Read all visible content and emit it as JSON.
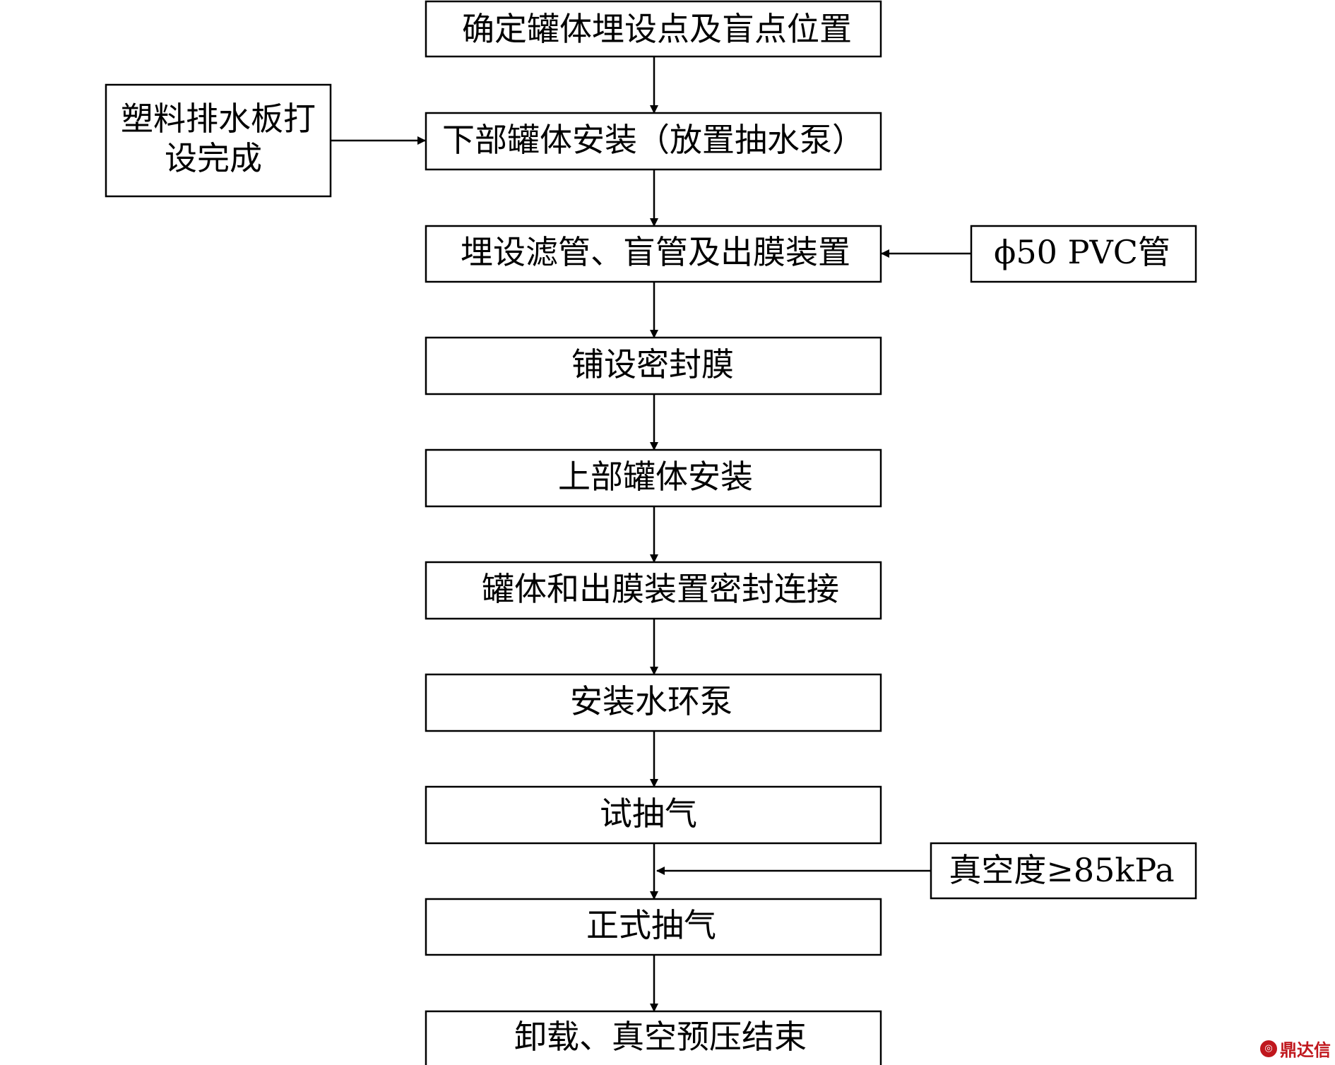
{
  "nodes": {
    "determine_positions": "确定罐体埋设点及盲点位置",
    "drain_board_done": [
      "塑料排水板打",
      "设完成"
    ],
    "lower_tank_install": "下部罐体安装（放置抽水泵）",
    "bury_filter_pipes": "埋设滤管、盲管及出膜装置",
    "pvc_pipe": "ϕ50 PVC管",
    "lay_membrane": "铺设密封膜",
    "upper_tank_install": "上部罐体安装",
    "seal_connection": "罐体和出膜装置密封连接",
    "install_pump": "安装水环泵",
    "trial_pumping": "试抽气",
    "vacuum_degree": "真空度≥85kPa",
    "formal_pumping": "正式抽气",
    "unload_end": "卸载、真空预压结束"
  },
  "edges": [
    {
      "from": "determine_positions",
      "to": "lower_tank_install"
    },
    {
      "from": "drain_board_done",
      "to": "lower_tank_install"
    },
    {
      "from": "lower_tank_install",
      "to": "bury_filter_pipes"
    },
    {
      "from": "pvc_pipe",
      "to": "bury_filter_pipes"
    },
    {
      "from": "bury_filter_pipes",
      "to": "lay_membrane"
    },
    {
      "from": "lay_membrane",
      "to": "upper_tank_install"
    },
    {
      "from": "upper_tank_install",
      "to": "seal_connection"
    },
    {
      "from": "seal_connection",
      "to": "install_pump"
    },
    {
      "from": "install_pump",
      "to": "trial_pumping"
    },
    {
      "from": "trial_pumping",
      "to": "formal_pumping"
    },
    {
      "from": "vacuum_degree",
      "to": "formal_pumping"
    },
    {
      "from": "formal_pumping",
      "to": "unload_end"
    }
  ],
  "watermark": "鼎达信"
}
